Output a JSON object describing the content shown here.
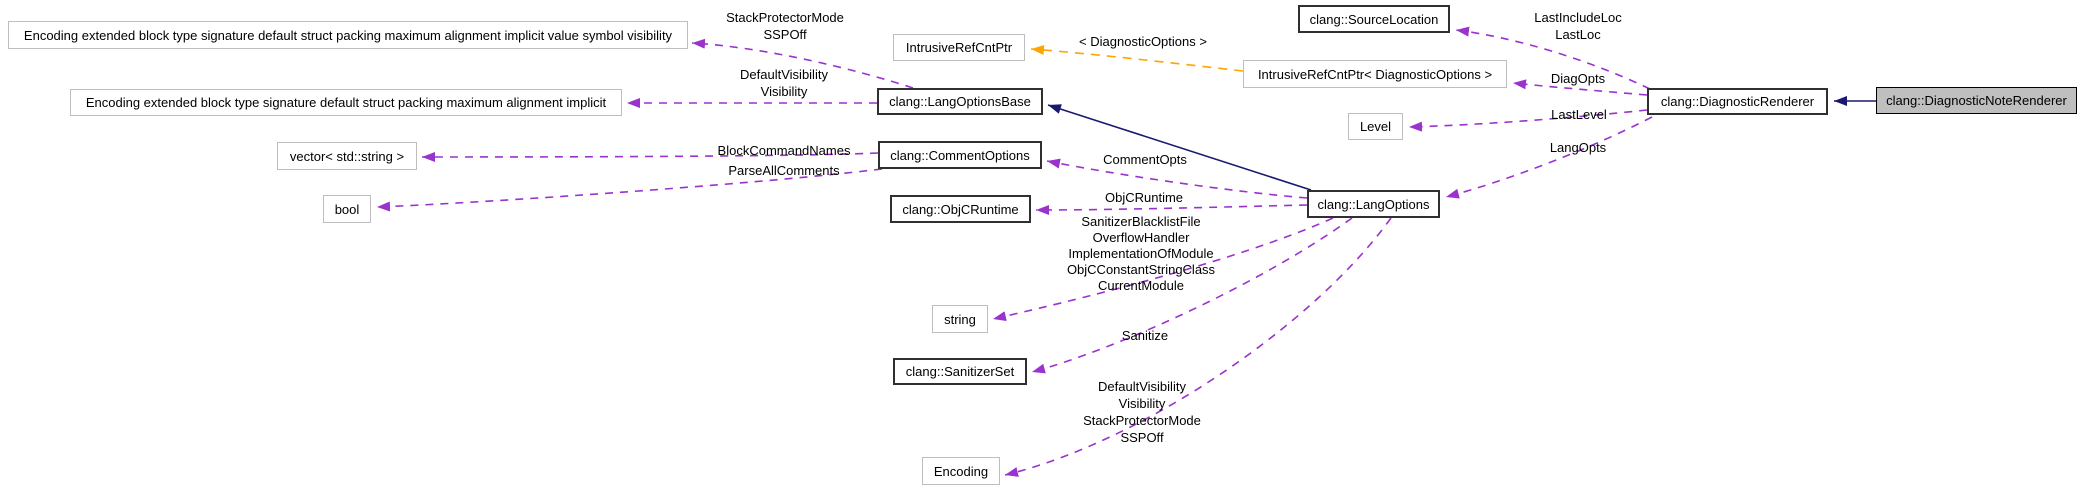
{
  "colors": {
    "edge_usage": "#9a32cd",
    "edge_template": "#ffa500",
    "edge_inheritance": "#191970",
    "node_border": "#303030",
    "node_border_muted": "#bebebe",
    "node_fill": "#ffffff",
    "highlight_fill": "#bfbfbf",
    "text": "#000000",
    "background": "#ffffff"
  },
  "nodes": {
    "enum_visibility_long": {
      "label": "Encoding extended block type signature default struct packing maximum alignment implicit value symbol visibility"
    },
    "enum_implicit_long": {
      "label": "Encoding extended block type signature default struct packing maximum alignment implicit"
    },
    "vector_std_string": {
      "label": "vector< std::string >"
    },
    "bool": {
      "label": "bool"
    },
    "intrusive_ref_cnt_ptr": {
      "label": "IntrusiveRefCntPtr"
    },
    "lang_options_base": {
      "label": "clang::LangOptionsBase"
    },
    "comment_options": {
      "label": "clang::CommentOptions"
    },
    "objc_runtime": {
      "label": "clang::ObjCRuntime"
    },
    "string": {
      "label": "string"
    },
    "sanitizer_set": {
      "label": "clang::SanitizerSet"
    },
    "encoding": {
      "label": "Encoding"
    },
    "source_location": {
      "label": "clang::SourceLocation"
    },
    "intrusive_ref_cnt_ptr_diag": {
      "label": "IntrusiveRefCntPtr< DiagnosticOptions >"
    },
    "level": {
      "label": "Level"
    },
    "lang_options": {
      "label": "clang::LangOptions"
    },
    "diagnostic_renderer": {
      "label": "clang::DiagnosticRenderer"
    },
    "diagnostic_note_renderer": {
      "label": "clang::DiagnosticNoteRenderer"
    }
  },
  "edge_labels": {
    "stack_protector": [
      "StackProtectorMode",
      "SSPOff"
    ],
    "default_visibility": [
      "DefaultVisibility",
      "Visibility"
    ],
    "block_command": [
      "BlockCommandNames",
      "ParseAllComments"
    ],
    "template_args": [
      "< DiagnosticOptions >"
    ],
    "comment_opts": [
      "CommentOpts"
    ],
    "objc_runtime": [
      "ObjCRuntime"
    ],
    "string_members": [
      "SanitizerBlacklistFile",
      "OverflowHandler",
      "ImplementationOfModule",
      "ObjCConstantStringClass",
      "CurrentModule"
    ],
    "sanitize": [
      "Sanitize"
    ],
    "encoding_members": [
      "DefaultVisibility",
      "Visibility",
      "StackProtectorMode",
      "SSPOff"
    ],
    "last_loc": [
      "LastIncludeLoc",
      "LastLoc"
    ],
    "diag_opts": [
      "DiagOpts"
    ],
    "last_level": [
      "LastLevel"
    ],
    "lang_opts": [
      "LangOpts"
    ]
  }
}
